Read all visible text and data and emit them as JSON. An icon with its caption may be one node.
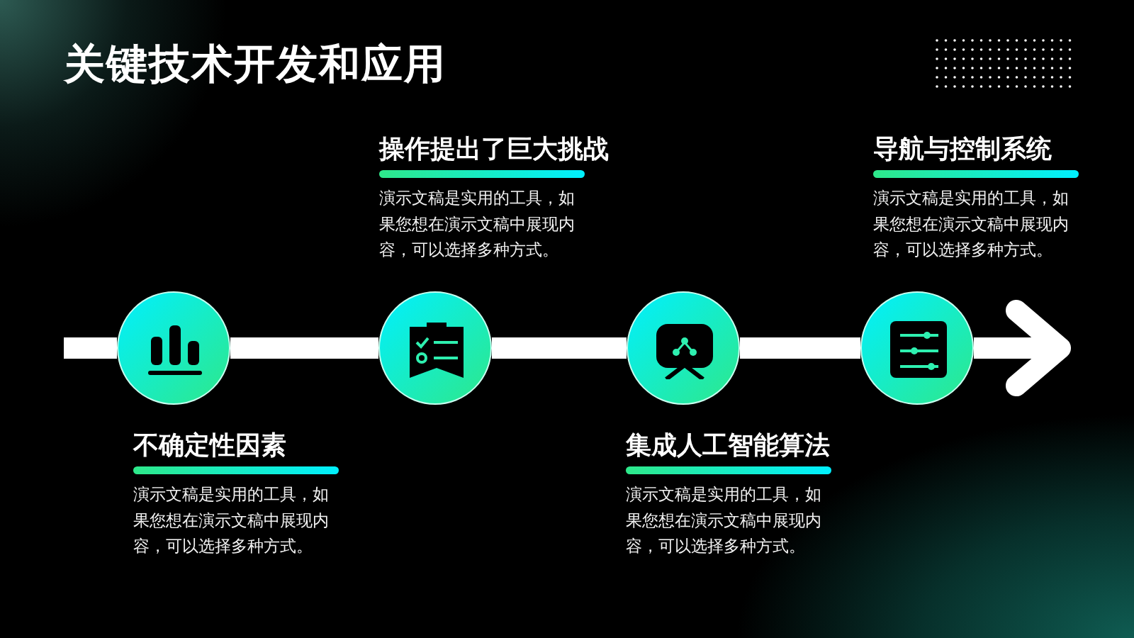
{
  "diagram": {
    "title": "关键技术开发和应用",
    "nodes": [
      {
        "text": [],
        "shape": "circle",
        "beside": [
          "不确定性因素",
          "演示文稿是实用的工具，如果您想在演示文稿中展现内容，可以选择多种方式。"
        ]
      },
      {
        "text": [],
        "shape": "circle",
        "beside": [
          "操作提出了巨大挑战",
          "演示文稿是实用的工具，如果您想在演示文稿中展现内容，可以选择多种方式。"
        ]
      },
      {
        "text": [],
        "shape": "circle",
        "beside": [
          "集成人工智能算法",
          "演示文稿是实用的工具，如果您想在演示文稿中展现内容，可以选择多种方式。"
        ]
      },
      {
        "text": [],
        "shape": "circle",
        "beside": [
          "导航与控制系统",
          "演示文稿是实用的工具，如果您想在演示文稿中展现内容，可以选择多种方式。"
        ]
      }
    ],
    "edges": [
      {
        "from": null,
        "to": 0,
        "arrow": "none"
      },
      {
        "from": 0,
        "to": 1,
        "arrow": "none"
      },
      {
        "from": 1,
        "to": 2,
        "arrow": "none"
      },
      {
        "from": 2,
        "to": 3,
        "arrow": "none"
      },
      {
        "from": 3,
        "to": null,
        "arrow": "to"
      }
    ]
  }
}
